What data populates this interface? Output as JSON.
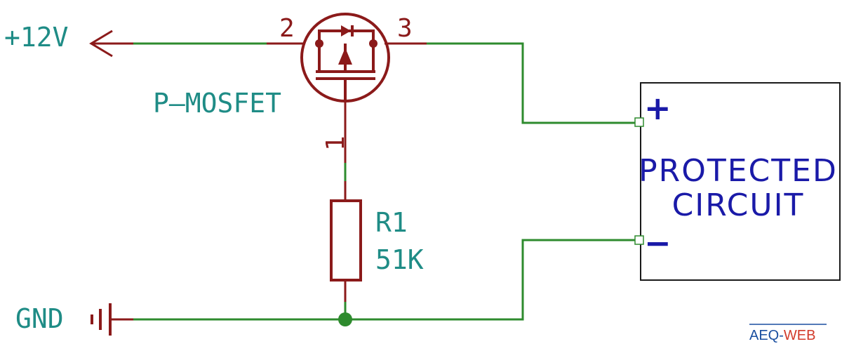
{
  "labels": {
    "vcc": "+12V",
    "gnd": "GND",
    "mosfet": "P—MOSFET",
    "pin1": "1",
    "pin2": "2",
    "pin3": "3",
    "resistor_ref": "R1",
    "resistor_value": "51K"
  },
  "block": {
    "line1": "PROTECTED",
    "line2": "CIRCUIT",
    "plus": "+",
    "minus": "−"
  },
  "logo": {
    "part1": "AEQ-",
    "part2": "WEB"
  },
  "colors": {
    "wire": "#2e8b2e",
    "component": "#8b1a1a",
    "label": "#1f8c86",
    "block_text": "#1a1aa8",
    "logo_blue": "#1a4fa0",
    "logo_red": "#d23a2a"
  }
}
